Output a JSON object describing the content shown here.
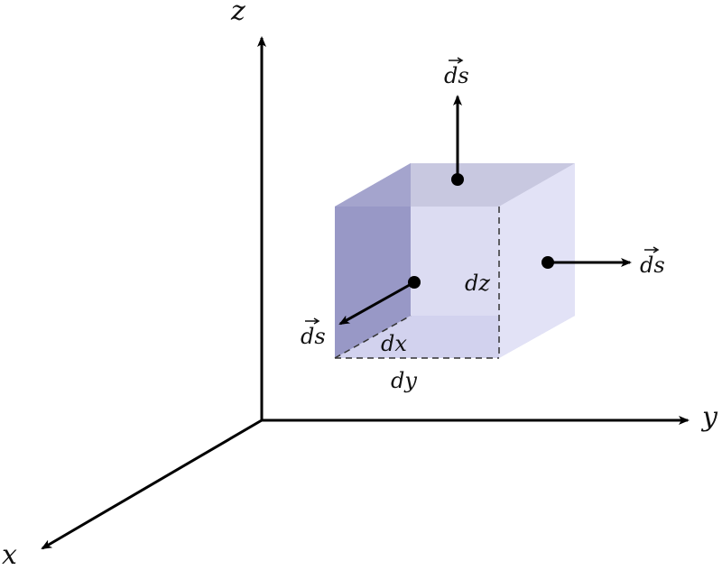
{
  "axes": {
    "x_label": "x",
    "y_label": "y",
    "z_label": "z"
  },
  "cube": {
    "dx_label": "dx",
    "dy_label": "dy",
    "dz_label": "dz"
  },
  "vectors": {
    "top_label": "ds",
    "right_label": "ds",
    "front_label": "ds"
  },
  "colors": {
    "dark_face": "#9898c6",
    "top_face": "#c8c8e0",
    "light_face": "#dedef4",
    "right_face": "#e2e2f6",
    "stroke": "#000000"
  }
}
